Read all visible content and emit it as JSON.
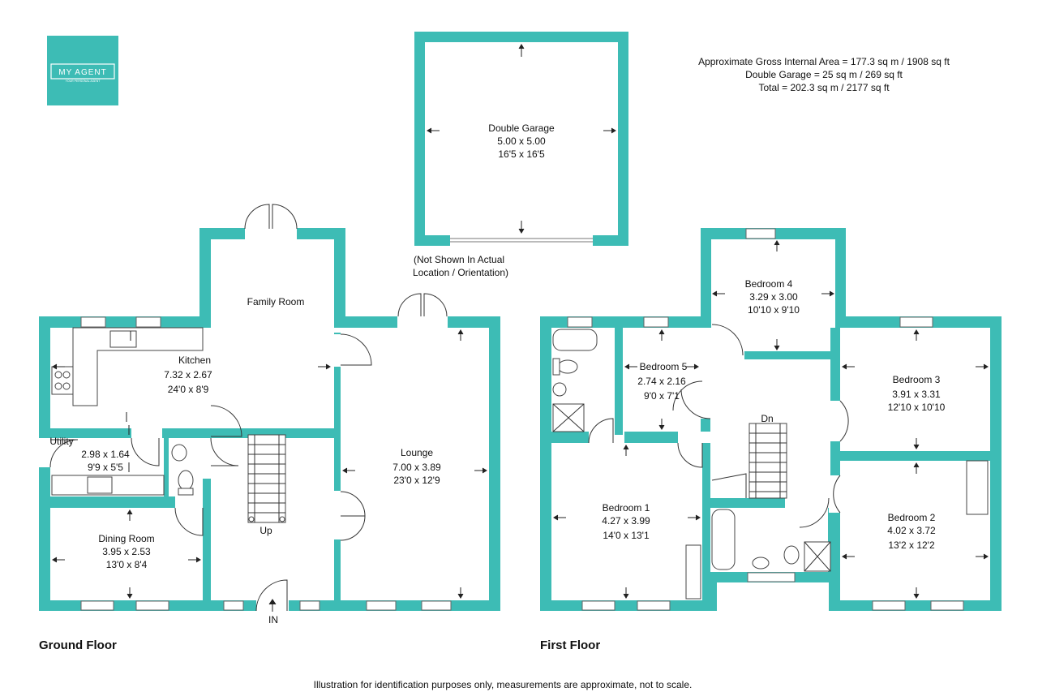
{
  "logo": {
    "brand": "MY AGENT",
    "tagline": "YOUR PERSONAL AGENT"
  },
  "areas": {
    "line1": "Approximate Gross Internal Area = 177.3 sq m / 1908 sq ft",
    "line2": "Double Garage = 25 sq m / 269 sq ft",
    "line3": "Total = 202.3 sq m / 2177 sq ft"
  },
  "garage": {
    "name": "Double Garage",
    "metric": "5.00 x 5.00",
    "imperial": "16'5 x 16'5",
    "note1": "(Not Shown In Actual",
    "note2": "Location / Orientation)"
  },
  "ground_floor": {
    "title": "Ground Floor",
    "rooms": {
      "family": {
        "name": "Family Room"
      },
      "kitchen": {
        "name": "Kitchen",
        "metric": "7.32 x 2.67",
        "imperial": "24'0 x 8'9"
      },
      "utility": {
        "name": "Utility",
        "metric": "2.98 x 1.64",
        "imperial": "9'9 x 5'5"
      },
      "dining": {
        "name": "Dining Room",
        "metric": "3.95 x 2.53",
        "imperial": "13'0 x 8'4"
      },
      "lounge": {
        "name": "Lounge",
        "metric": "7.00 x 3.89",
        "imperial": "23'0 x 12'9"
      }
    },
    "stairs_label": "Up",
    "entrance_label": "IN"
  },
  "first_floor": {
    "title": "First Floor",
    "rooms": {
      "bed1": {
        "name": "Bedroom 1",
        "metric": "4.27 x 3.99",
        "imperial": "14'0 x 13'1"
      },
      "bed2": {
        "name": "Bedroom 2",
        "metric": "4.02 x 3.72",
        "imperial": "13'2 x 12'2"
      },
      "bed3": {
        "name": "Bedroom 3",
        "metric": "3.91 x 3.31",
        "imperial": "12'10 x 10'10"
      },
      "bed4": {
        "name": "Bedroom 4",
        "metric": "3.29 x 3.00",
        "imperial": "10'10 x 9'10"
      },
      "bed5": {
        "name": "Bedroom 5",
        "metric": "2.74 x 2.16",
        "imperial": "9'0 x 7'1"
      }
    },
    "stairs_label": "Dn"
  },
  "disclaimer": "Illustration for identification purposes only, measurements are approximate, not to scale.",
  "colors": {
    "wall": "#3dbcb5",
    "background": "#ffffff",
    "text": "#111111"
  }
}
